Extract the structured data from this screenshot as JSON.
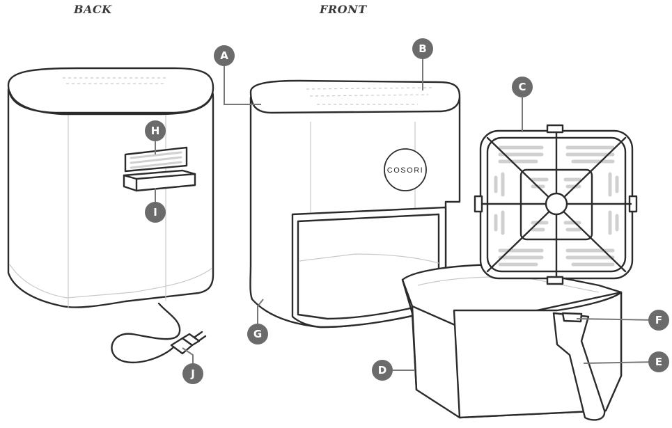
{
  "headings": {
    "back": "BACK",
    "front": "FRONT"
  },
  "brand": "COSORI",
  "callouts": [
    "A",
    "B",
    "C",
    "D",
    "E",
    "F",
    "G",
    "H",
    "I",
    "J"
  ],
  "colors": {
    "line": "#2b2b2b",
    "badge": "#6b6b6b",
    "leader": "#777777",
    "grille": "#d0d0d0"
  }
}
